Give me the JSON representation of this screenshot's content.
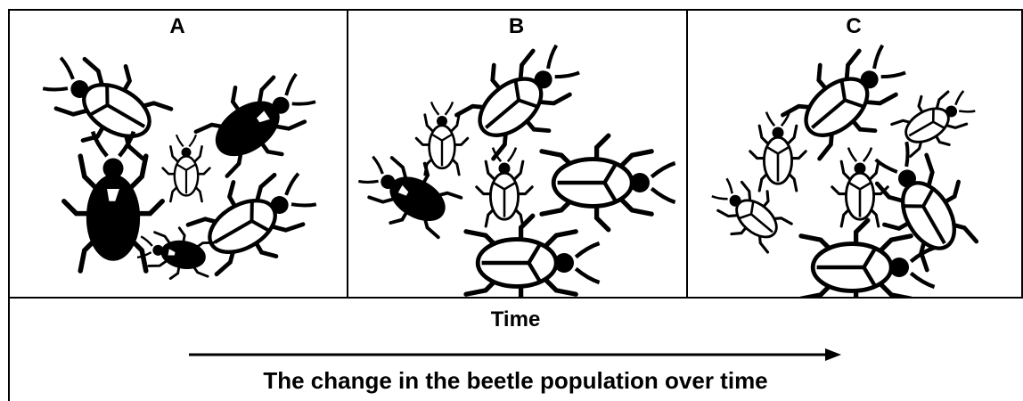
{
  "panels": [
    {
      "label": "A"
    },
    {
      "label": "B"
    },
    {
      "label": "C"
    }
  ],
  "time_label": "Time",
  "caption": "The change in the beetle population over time",
  "colors": {
    "dark_beetle": "#000000",
    "light_beetle_fill": "#ffffff",
    "outline": "#000000"
  }
}
